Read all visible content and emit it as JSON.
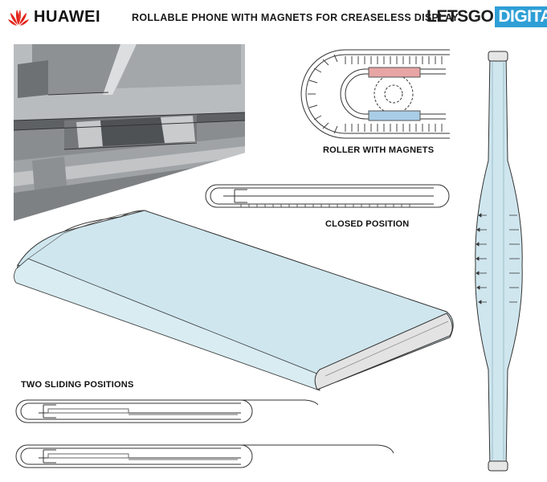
{
  "header": {
    "logo_text": "HUAWEI",
    "title": "ROLLABLE PHONE WITH MAGNETS FOR CREASELESS DISPLAY",
    "brand_part1": "LETSGO",
    "brand_part2": "DIGITAL"
  },
  "captions": {
    "roller": "ROLLER WITH MAGNETS",
    "closed": "CLOSED POSITION",
    "sliding": "TWO SLIDING POSITIONS"
  },
  "colors": {
    "screen": "#cfe6ee",
    "logo_red": "#e2231a",
    "brand_blue": "#2e9fd6",
    "magnet_red": "#e8a5a5",
    "magnet_blue": "#a9cde6"
  }
}
